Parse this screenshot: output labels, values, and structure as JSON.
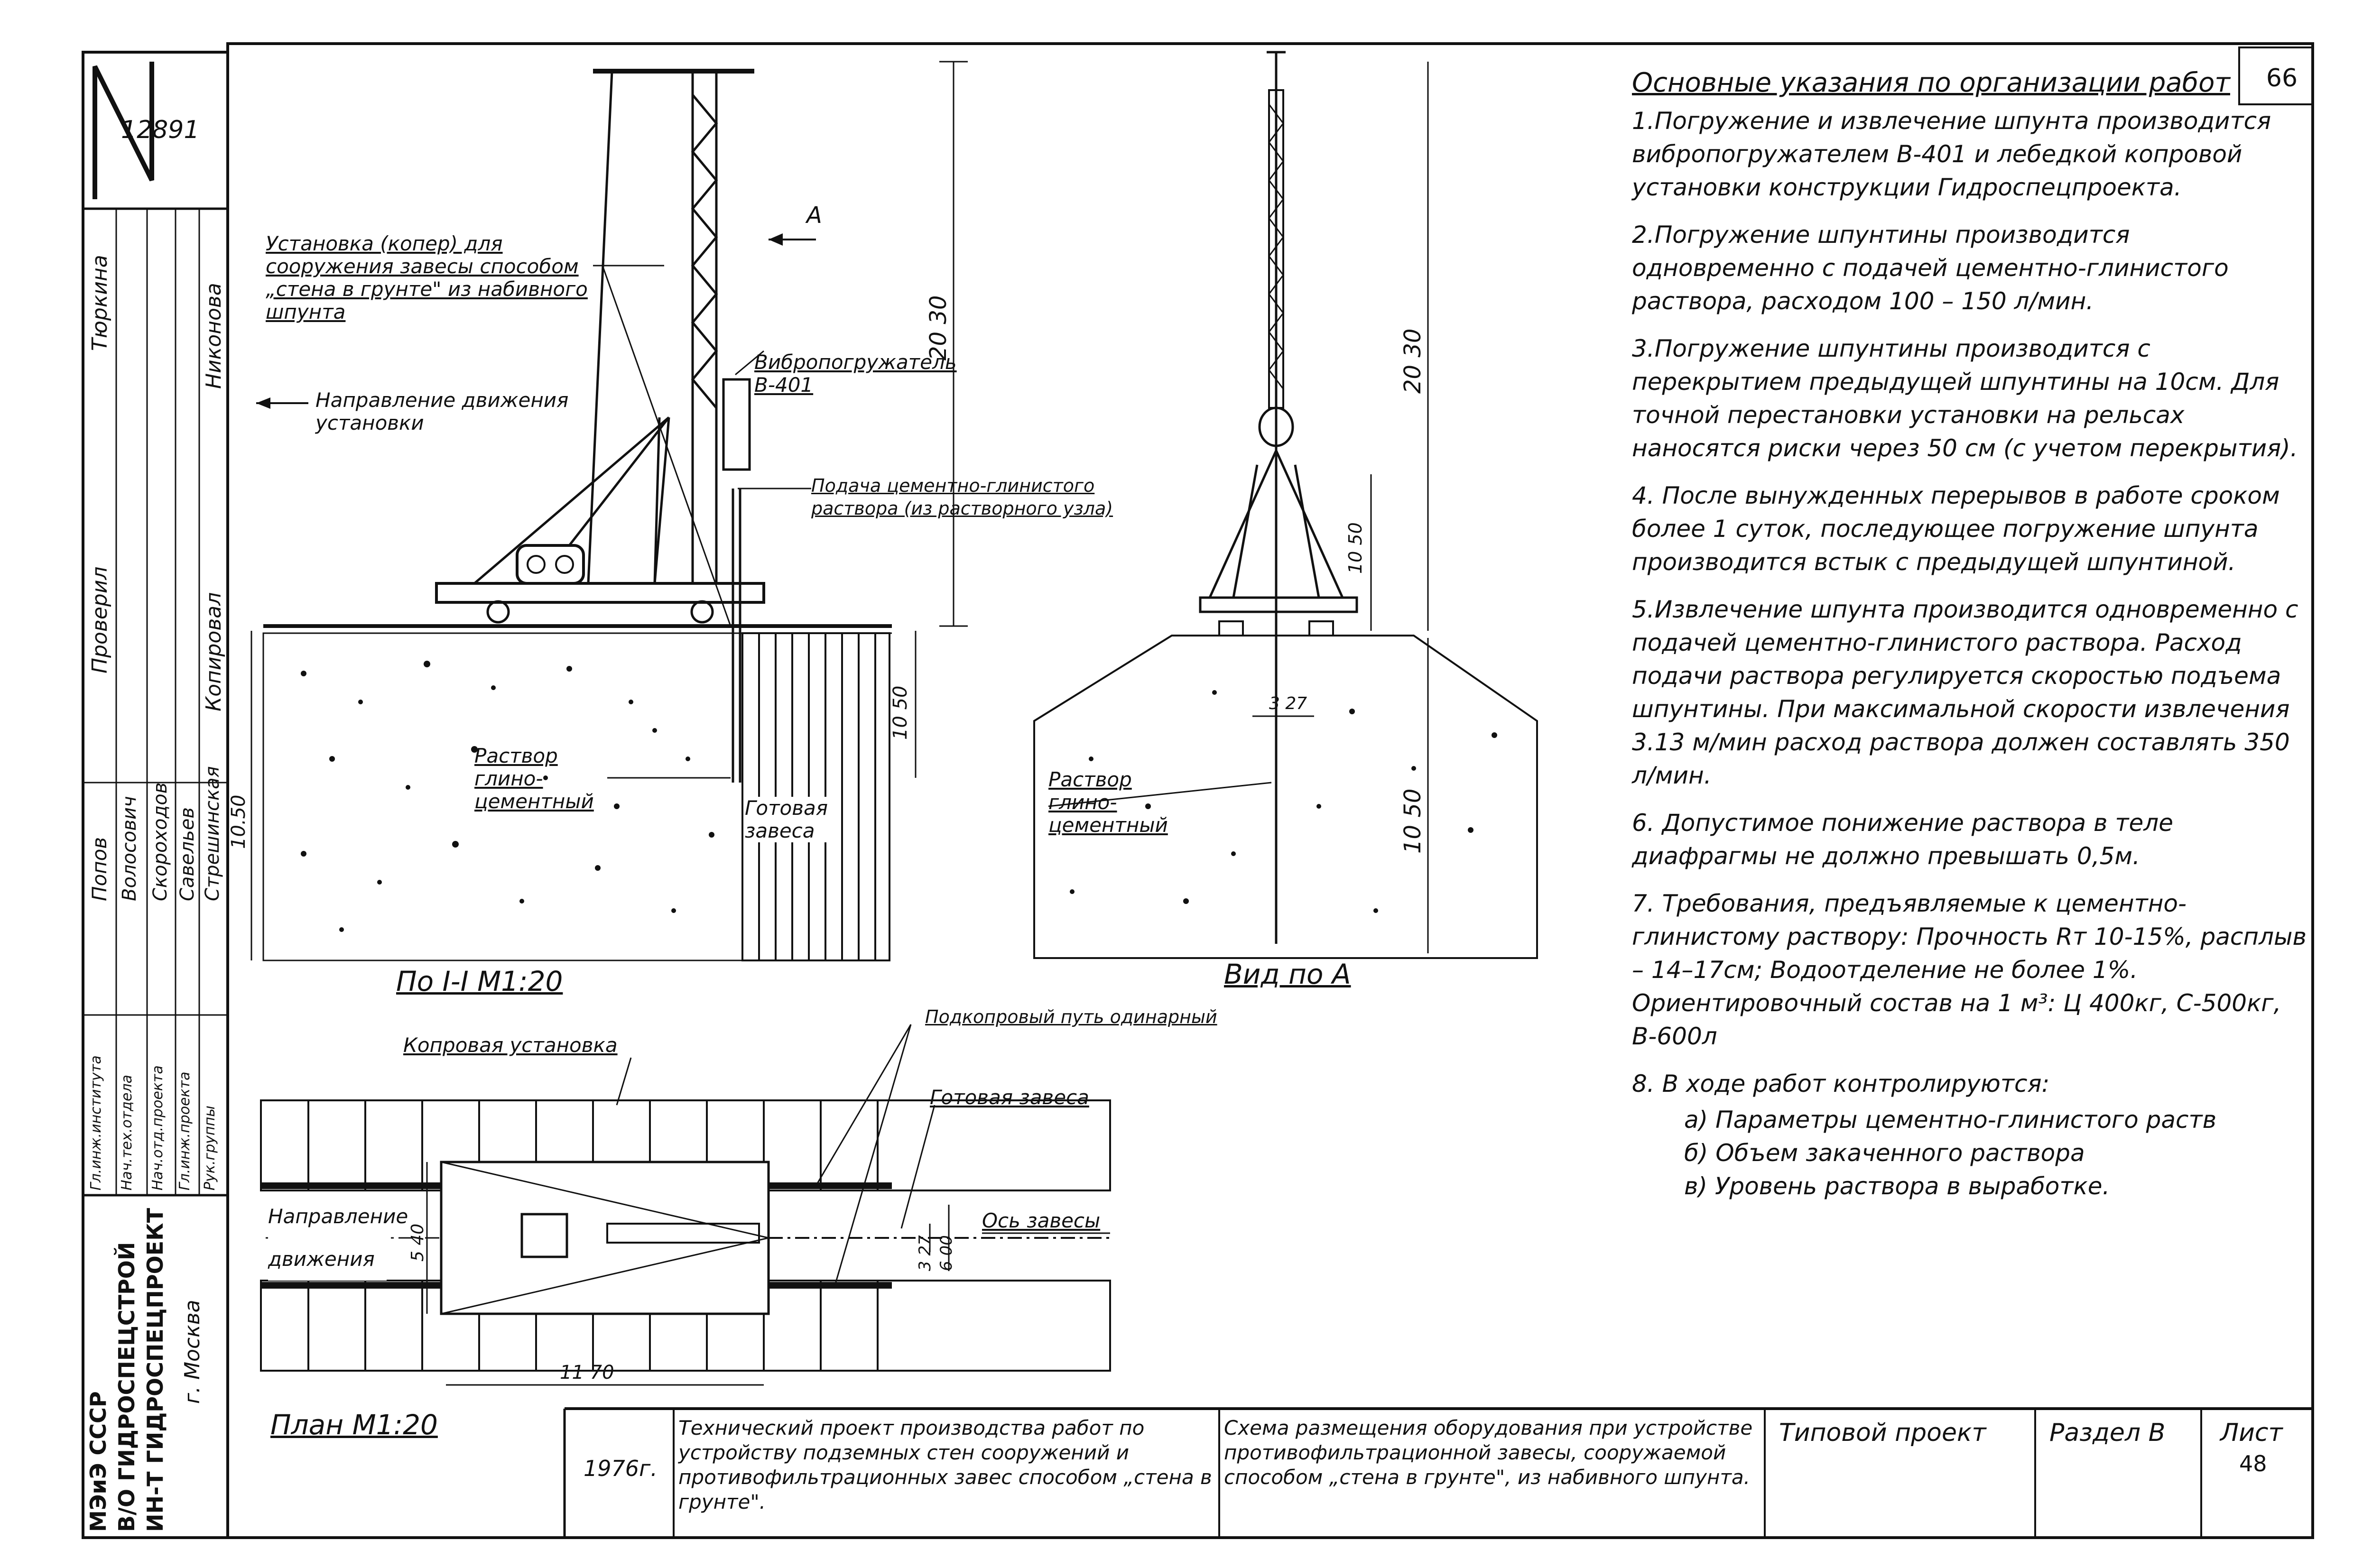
{
  "sheet_number": "66",
  "archive_number": "12891",
  "notes": {
    "heading": "Основные указания по организации работ",
    "items": [
      "1.Погружение и извлечение шпунта производится вибропогружателем В-401 и лебедкой копровой установки конструкции Гидроспецпроекта.",
      "2.Погружение шпунтины производится одновременно с подачей цементно-глинистого раствора, расходом 100 – 150 л/мин.",
      "3.Погружение шпунтины производится с перекрытием предыдущей шпунтины на 10см. Для точной перестановки установки на рельсах наносятся риски через 50 см (с учетом перекрытия).",
      "4. После вынужденных перерывов в работе сроком более 1 суток, последующее погружение шпунта производится встык с предыдущей шпунтиной.",
      "5.Извлечение шпунта производится одновременно с подачей цементно-глинистого раствора. Расход подачи раствора регулируется скоростью подъема шпунтины. При максимальной скорости извлечения 3.13 м/мин расход раствора должен составлять 350 л/мин.",
      "6. Допустимое понижение раствора в теле диафрагмы не должно превышать 0,5м.",
      "7. Требования, предъявляемые к цементно-глинистому раствору: Прочность Rт 10-15%, расплыв – 14–17см; Водоотделение не более 1%. Ориентировочный состав на 1 м³: Ц 400кг, С-500кг, В-600л",
      "8. В ходе работ контролируются:"
    ],
    "subitems": [
      "а) Параметры цементно-глинистого раств",
      "б) Объем закаченного раствора",
      "в) Уровень раствора в выработке."
    ]
  },
  "section_view": {
    "label_installation": "Установка (копер) для сооружения завесы способом „стена в грунте\" из набивного шпунта",
    "label_direction": "Направление движения установки",
    "label_vibrator": "Вибропогружатель В-401",
    "label_supply": "Подача цементно-глинистого раствора (из растворного узла)",
    "label_solution": "Раствор глино-цементный",
    "label_ready_curtain": "Готовая завеса",
    "dim_height": "20 30",
    "dim_depth": "10 50",
    "dim_depth_left": "10.50",
    "arrow_label": "А",
    "caption": "По I-I М1:20"
  },
  "side_view": {
    "dim_height": "20 30",
    "dim_mid": "10 50",
    "dim_width": "3 27",
    "dim_depth": "10 50",
    "label_solution": "Раствор глино-цементный",
    "caption": "Вид по А"
  },
  "plan_view": {
    "label_rig": "Копровая установка",
    "label_track": "Подкопровый путь одинарный",
    "label_ready": "Готовая завеса",
    "label_axis": "Ось завесы",
    "label_direction": "Направление движения",
    "dim_width": "5 40",
    "dim_len": "11 70",
    "dim_a": "3 27",
    "dim_b": "6 00",
    "caption": "План М1:20"
  },
  "side_stamp": {
    "org1": "МЭиЭ СССР",
    "org2": "В/О ГИДРОСПЕЦСТРОЙ",
    "org3": "ИН-Т ГИДРОСПЕЦПРОЕКТ",
    "city": "г. Москва",
    "roles": [
      "Гл.инж.института",
      "Нач.тех.отдела",
      "Нач.отд.проекта",
      "Гл.инж.проекта",
      "Рук.группы"
    ],
    "names": [
      "Попов",
      "Волосович",
      "Скороходов",
      "Савельев",
      "Стрешинская"
    ],
    "col_heads": [
      "Тюркина",
      "Проверил",
      "Копировал"
    ],
    "col_names": [
      "Никонова"
    ]
  },
  "title_block": {
    "year": "1976г.",
    "project": "Технический проект производства работ по устройству подземных стен сооружений и противофильтрационных завес способом „стена в грунте\".",
    "scheme": "Схема размещения оборудования при устройстве противофильтрационной завесы, сооружаемой способом „стена в грунте\", из набивного шпунта.",
    "type": "Типовой проект",
    "section": "Раздел В",
    "sheet_label": "Лист",
    "sheet": "48"
  }
}
